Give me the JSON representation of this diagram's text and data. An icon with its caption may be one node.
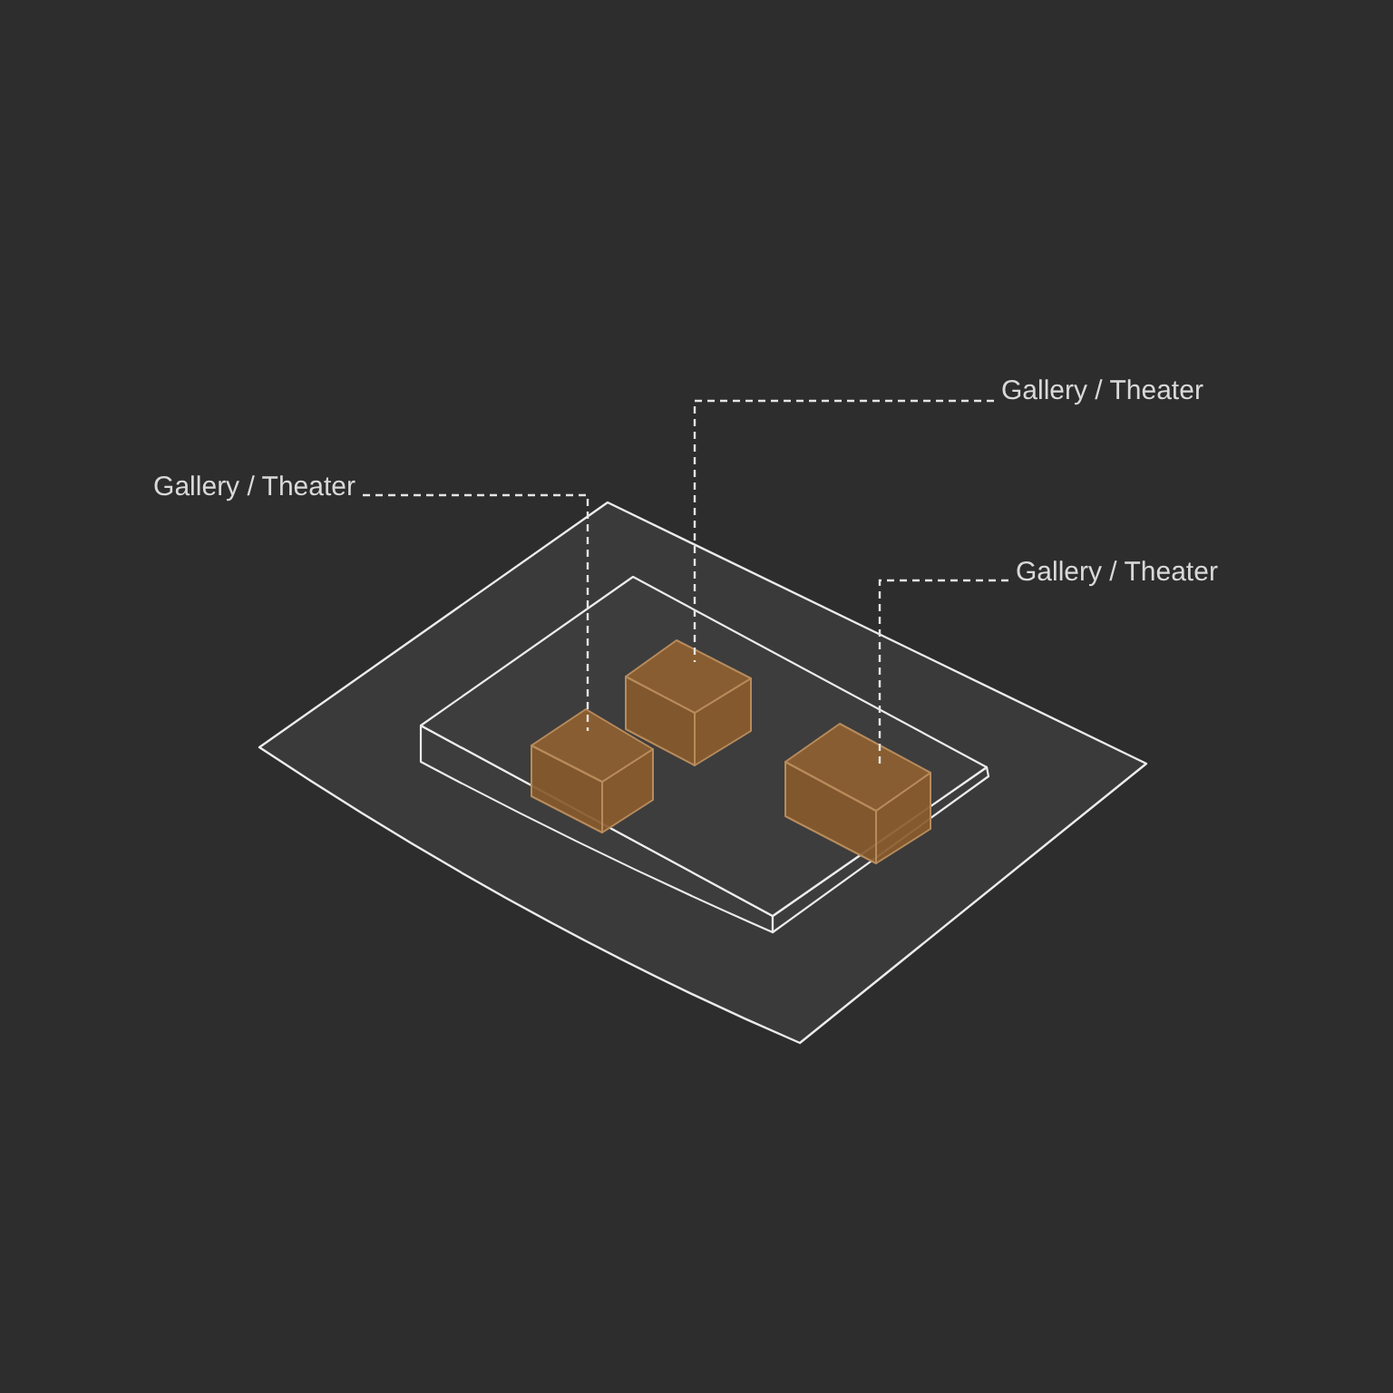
{
  "diagram": {
    "nodes": [
      {
        "text": [
          "Gallery / Theater"
        ]
      },
      {
        "text": [
          "Gallery / Theater"
        ]
      },
      {
        "text": [
          "Gallery / Theater"
        ]
      },
      {
        "text": [],
        "shape": "box"
      },
      {
        "text": [],
        "shape": "box"
      },
      {
        "text": [],
        "shape": "box"
      }
    ],
    "edges": [
      {
        "from": 0,
        "to": 3,
        "arrow": "none",
        "style": "dashed"
      },
      {
        "from": 1,
        "to": 4,
        "arrow": "none",
        "style": "dashed"
      },
      {
        "from": 2,
        "to": 5,
        "arrow": "none",
        "style": "dashed"
      }
    ]
  }
}
